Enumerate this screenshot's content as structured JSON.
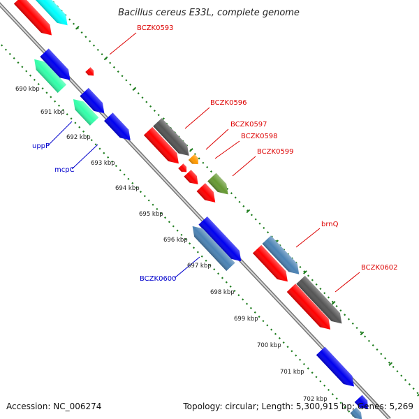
{
  "title": "Bacillus cereus E33L, complete genome",
  "footer": {
    "accession": "Accession: NC_006274",
    "summary": "Topology: circular; Length: 5,300,915 bp; Genes: 5,269"
  },
  "ticks": [
    "690 kbp",
    "691 kbp",
    "692 kbp",
    "693 kbp",
    "694 kbp",
    "695 kbp",
    "696 kbp",
    "697 kbp",
    "698 kbp",
    "699 kbp",
    "700 kbp",
    "701 kbp",
    "702 kbp"
  ],
  "labels": [
    {
      "id": "BCZK0593",
      "text": "BCZK0593",
      "color": "#dd0000"
    },
    {
      "id": "BCZK0596",
      "text": "BCZK0596",
      "color": "#dd0000"
    },
    {
      "id": "BCZK0597",
      "text": "BCZK0597",
      "color": "#dd0000"
    },
    {
      "id": "BCZK0598",
      "text": "BCZK0598",
      "color": "#dd0000"
    },
    {
      "id": "BCZK0599",
      "text": "BCZK0599",
      "color": "#dd0000"
    },
    {
      "id": "brnQ",
      "text": "brnQ",
      "color": "#dd0000"
    },
    {
      "id": "BCZK0602",
      "text": "BCZK0602",
      "color": "#dd0000"
    },
    {
      "id": "uppP",
      "text": "uppP",
      "color": "#0000cc"
    },
    {
      "id": "mcpC",
      "text": "mcpC",
      "color": "#0000cc"
    },
    {
      "id": "BCZK0600",
      "text": "BCZK0600",
      "color": "#0000cc"
    }
  ],
  "colors": {
    "backbone": "#8a8a8a",
    "dots": "#1e7d1e",
    "red": "#ff0000",
    "blue": "#0000ee",
    "cyan": "#00ffff",
    "aquamarine": "#33ffaa",
    "dark_gray": "#555555",
    "steel_blue": "#4a82b4",
    "orange": "#ff9900",
    "olive": "#669933"
  }
}
